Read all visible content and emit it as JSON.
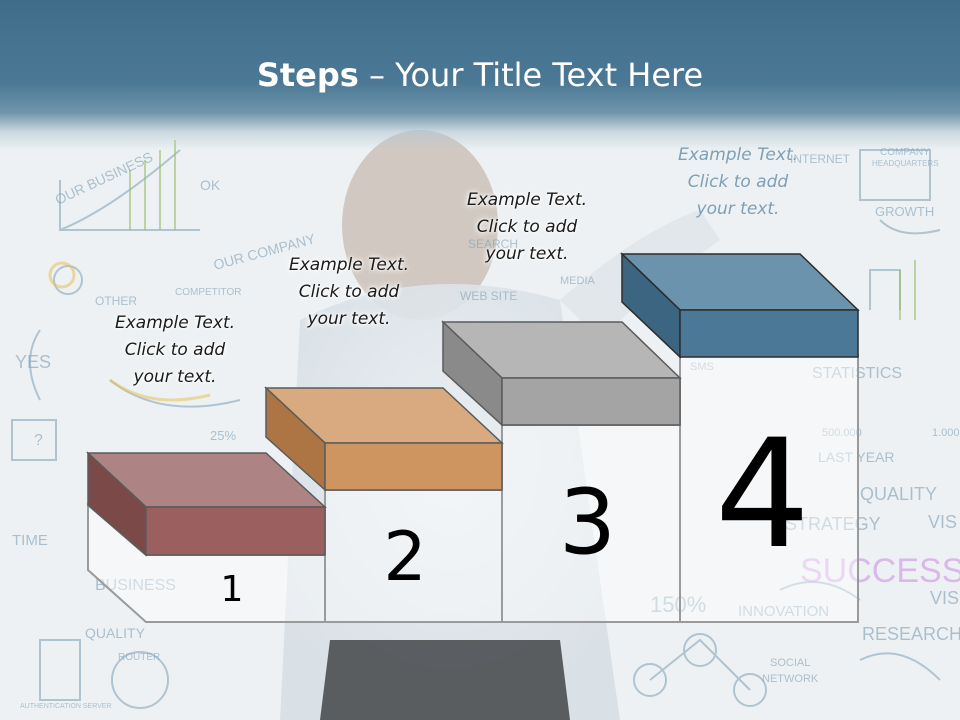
{
  "title": {
    "bold": "Steps",
    "dash": " – ",
    "rest": "Your Title Text Here"
  },
  "steps": [
    {
      "number": "1",
      "caption": [
        "Example Text.",
        "Click  to add",
        "your text."
      ],
      "color": "#9b5f5f"
    },
    {
      "number": "2",
      "caption": [
        "Example Text.",
        "Click  to add",
        "your text."
      ],
      "color": "#cf9560"
    },
    {
      "number": "3",
      "caption": [
        "Example Text.",
        "Click  to add",
        "your text."
      ],
      "color": "#a8a8a8"
    },
    {
      "number": "4",
      "caption": [
        "Example Text.",
        "Click  to add",
        "your text."
      ],
      "color": "#4a7896"
    }
  ],
  "background": {
    "header_color": "#4b7895",
    "whiteboard_words": [
      "OUR BUSINESS",
      "OK",
      "OUR COMPANY",
      "COMPETITOR",
      "OTHER",
      "YES",
      "?",
      "25%",
      "TIME",
      "BUSINESS",
      "QUALITY",
      "ROUTER",
      "AUTHENTICATION SERVER",
      "SEARCH",
      "MEDIA",
      "WEB SITE",
      "INTERNET",
      "COMPANY HEADQUARTERS",
      "GROWTH",
      "STATISTICS",
      "500.000",
      "LAST YEAR",
      "QUALITY",
      "STRATEGY",
      "VIS",
      "SUCCESS",
      "150%",
      "INNOVATION",
      "RESEARCH",
      "SOCIAL NETWORK",
      "SMS",
      "1.000"
    ]
  }
}
